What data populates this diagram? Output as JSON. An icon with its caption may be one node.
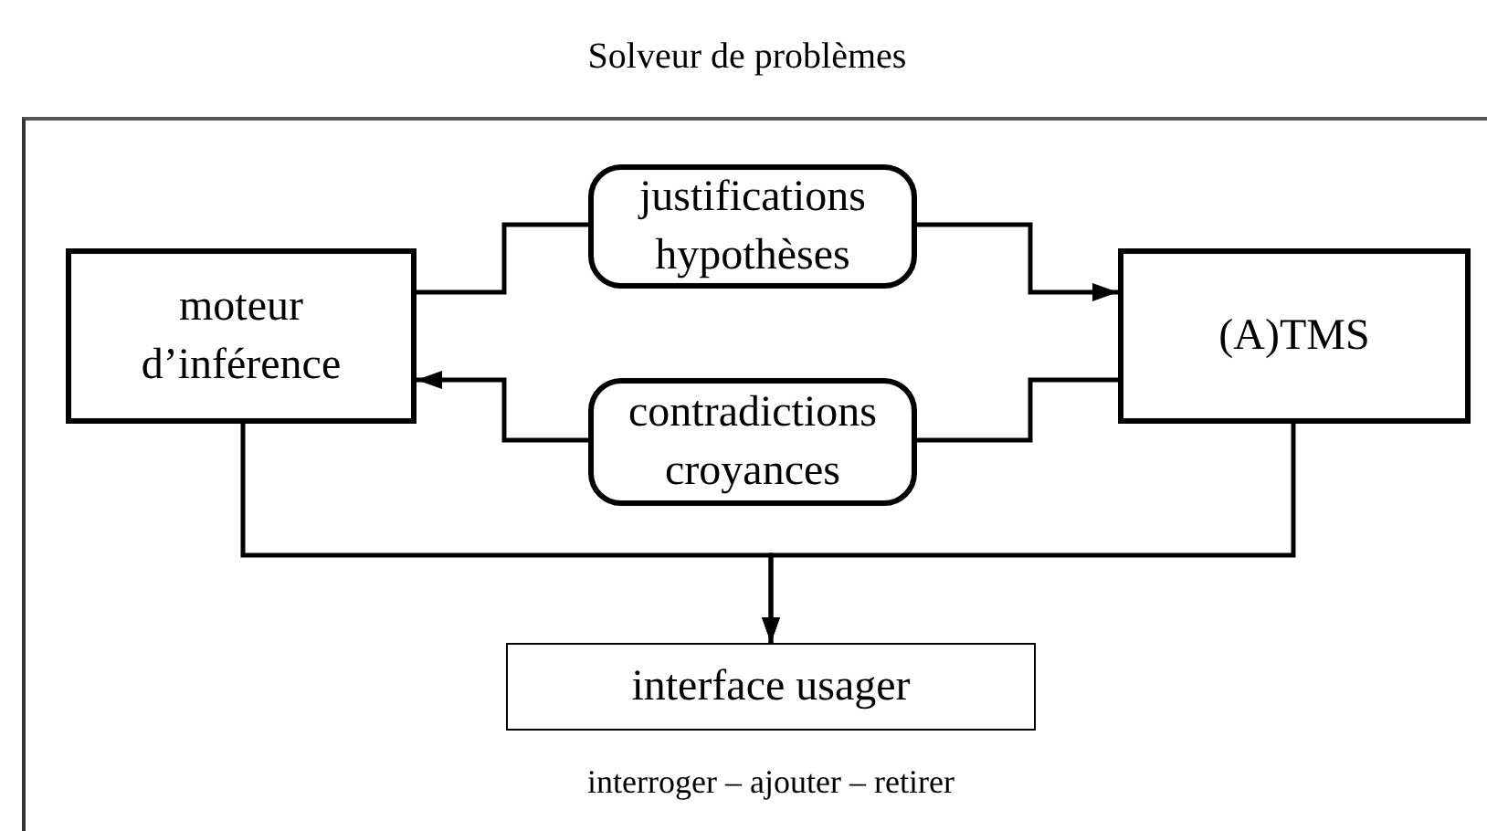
{
  "diagram": {
    "nodes": [
      {
        "text": [
          "Solveur de problèmes"
        ]
      },
      {
        "text": [
          "moteur d’inférence"
        ],
        "in": 0
      },
      {
        "text": [
          "justifications hypothèses"
        ],
        "in": 0
      },
      {
        "text": [
          "(A)TMS"
        ],
        "in": 0
      },
      {
        "text": [
          "contradictions croyances"
        ],
        "in": 0
      },
      {
        "text": [
          "interface usager"
        ],
        "beside": [
          "interroger – ajouter – retirer"
        ],
        "in": 0
      }
    ],
    "edges": [
      {
        "from": 1,
        "to": 2,
        "arrow": "none"
      },
      {
        "from": 2,
        "to": 3,
        "arrow": "to"
      },
      {
        "from": 3,
        "to": 4,
        "arrow": "none"
      },
      {
        "from": 4,
        "to": 1,
        "arrow": "to"
      },
      {
        "from": 1,
        "to": 5,
        "arrow": "to"
      },
      {
        "from": 3,
        "to": 5,
        "arrow": "to"
      }
    ]
  }
}
